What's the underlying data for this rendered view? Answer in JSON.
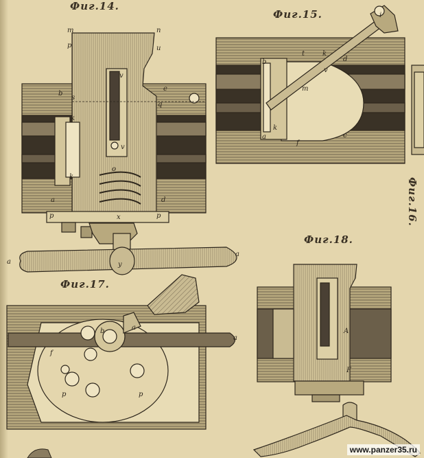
{
  "figures": {
    "fig14": {
      "caption": "Фиг.14."
    },
    "fig15": {
      "caption": "Фиг.15."
    },
    "fig16": {
      "caption": "Фиг.16."
    },
    "fig17": {
      "caption": "Фиг.17."
    },
    "fig18": {
      "caption": "Фиг.18."
    }
  },
  "labels": {
    "fig14": [
      "m",
      "n",
      "p",
      "u",
      "b",
      "s",
      "v",
      "e",
      "q",
      "k",
      "v",
      "k",
      "o",
      "a",
      "d",
      "p",
      "x",
      "p",
      "a",
      "y",
      "a"
    ],
    "fig15": [
      "i",
      "b",
      "t",
      "k",
      "d",
      "v",
      "m",
      "k",
      "a",
      "f",
      "c"
    ],
    "fig17": [
      "a",
      "b",
      "a",
      "f",
      "p",
      "p"
    ],
    "fig18": [
      "A",
      "F"
    ]
  },
  "watermark": "www.panzer35.ru",
  "colors": {
    "paper": "#e4d6ad",
    "ink": "#2d261c",
    "shade": "#7d6f55"
  }
}
